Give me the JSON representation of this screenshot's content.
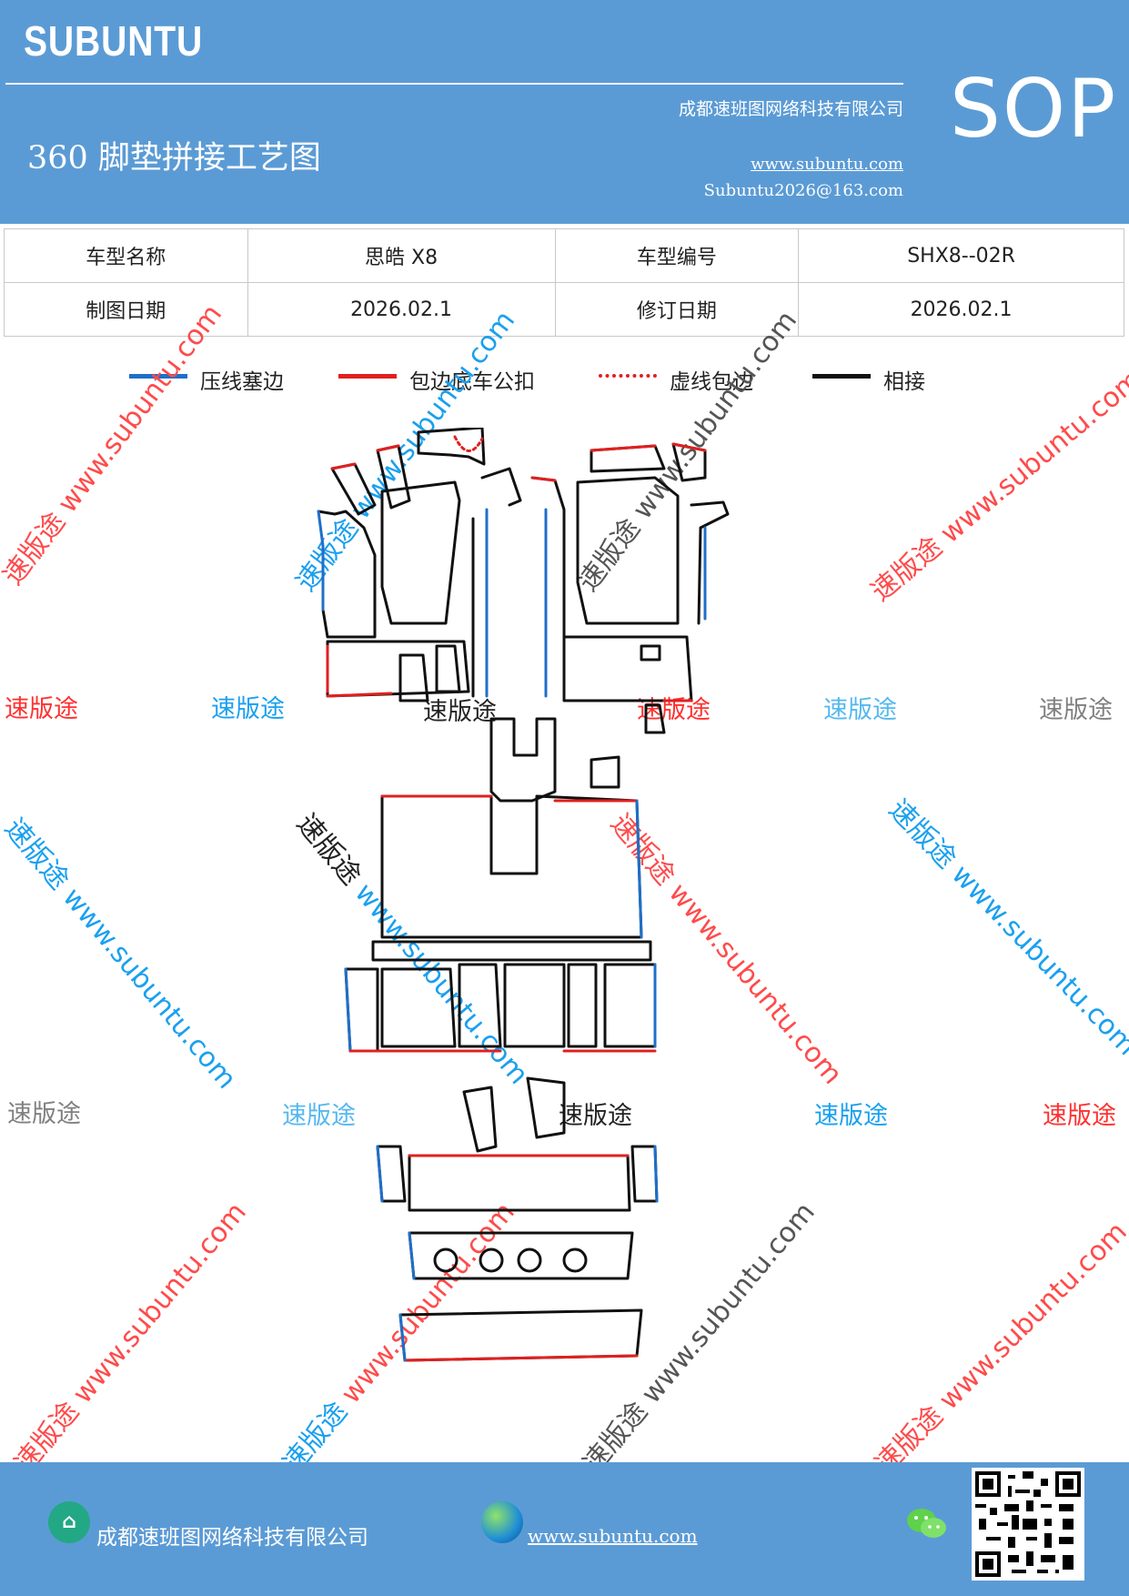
{
  "header": {
    "brand": "SUBUNTU",
    "company": "成都速班图网络科技有限公司",
    "title": "360 脚垫拼接工艺图",
    "url": "www.subuntu.com",
    "email": "Subuntu2026@163.com",
    "badge": "SOP",
    "background_color": "#5b9bd5"
  },
  "info_table": {
    "model_name_label": "车型名称",
    "model_name_value": "思皓 X8",
    "model_code_label": "车型编号",
    "model_code_value": "SHX8--02R",
    "drawing_date_label": "制图日期",
    "drawing_date_value": "2026.02.1",
    "revision_date_label": "修订日期",
    "revision_date_value": "2026.02.1"
  },
  "legend": [
    {
      "label": "压线塞边",
      "color": "#1f6fc8",
      "style": "solid"
    },
    {
      "label": "包边底车公扣",
      "color": "#e02020",
      "style": "solid"
    },
    {
      "label": "虚线包边",
      "color": "#e02020",
      "style": "dotted"
    },
    {
      "label": "相接",
      "color": "#111111",
      "style": "solid"
    }
  ],
  "watermarks": {
    "brand_text": "速版途",
    "site_text": "www.subuntu.com",
    "colors": {
      "red": "#ff3030",
      "blue": "#1aa0ef",
      "light_blue": "#55b8f0",
      "gray": "#808080",
      "dark": "#222222"
    }
  },
  "footer": {
    "company": "成都速班图网络科技有限公司",
    "url": "www.subuntu.com",
    "company_icon": "building-icon",
    "url_icon": "globe-icon",
    "wechat_icon": "wechat-icon",
    "qr_icon": "qr-code"
  }
}
